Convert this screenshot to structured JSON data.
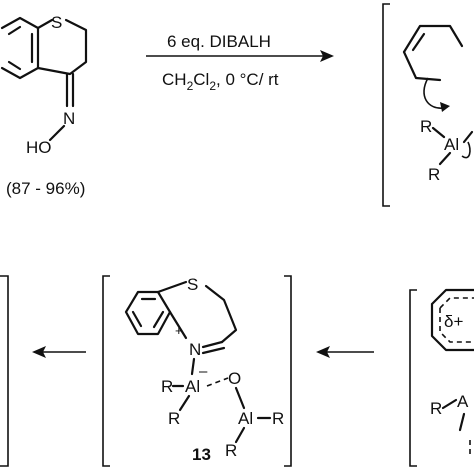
{
  "reaction_top": {
    "reagent": "6 eq. DIBALH",
    "conditions_prefix": "CH",
    "conditions_sub1": "2",
    "conditions_mid": "Cl",
    "conditions_sub2": "2",
    "conditions_suffix": ", 0 °C/ rt"
  },
  "starting_material": {
    "sulfur": "S",
    "nitrogen": "N",
    "hydroxyl": "HO",
    "yield": "(87 - 96%)"
  },
  "intermediate_top": {
    "r1": "R",
    "aluminum": "Al",
    "r2": "R"
  },
  "intermediate_13": {
    "sulfur": "S",
    "charge": "+",
    "nitrogen": "N",
    "r_a": "R",
    "aluminum_1": "Al",
    "minus": "–",
    "oxygen": "O",
    "r_b": "R",
    "aluminum_2": "Al",
    "r_c": "R",
    "r_d": "R",
    "label": "13"
  },
  "intermediate_right": {
    "delta": "δ+",
    "r": "R",
    "aluminum_partial": "A"
  }
}
